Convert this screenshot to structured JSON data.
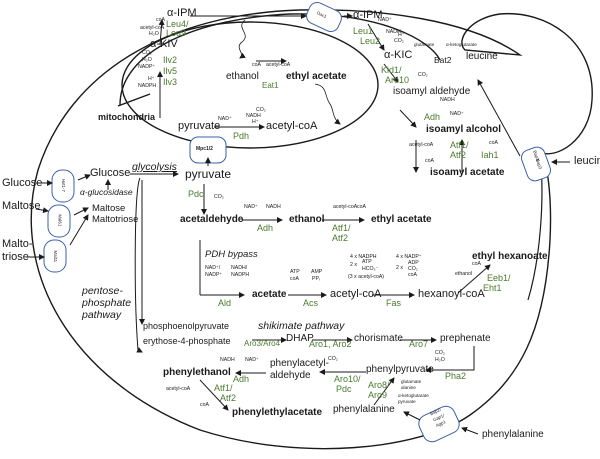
{
  "colors": {
    "enzyme": "#4a7a2e",
    "transporter_outline": "#3b5fa8",
    "line": "#1a1a1a"
  },
  "compartments": {
    "mitochondria": "mitochondria"
  },
  "pathways": {
    "glycolysis": "glycolysis",
    "pdh_bypass": "PDH bypass",
    "pentose_phosphate": [
      "pentose-",
      "phosphate",
      "pathway"
    ],
    "shikimate": "shikimate pathway",
    "alpha_glucosidase": "α-glucosidase"
  },
  "transporters": {
    "hxt": "Hxt1-7",
    "mal61": "Mal61",
    "mal11": "Mal11",
    "mpc": "Mpc1/2",
    "oac1": "Oac1",
    "bap": [
      "Bap2/",
      "Bap3"
    ],
    "aro_transport": [
      "Bap2/",
      "Gap1/",
      "Agp1"
    ]
  },
  "external": {
    "glucose": "Glucose",
    "maltose": "Maltose",
    "maltotriose": [
      "Malto-",
      "triose"
    ],
    "leucine": "leucine",
    "phenylalanine": "phenylalanine"
  },
  "metabolites": {
    "glucose": "Glucose",
    "maltose": "Maltose",
    "maltotriose": "Maltotriose",
    "pyruvate_cyto": "pyruvate",
    "pyruvate_mito": "pyruvate",
    "acetyl_coa_mito": "acetyl-coA",
    "alpha_kiv": "α-KIV",
    "alpha_ipm_mito": "α-IPM",
    "alpha_ipm_cyto": "α-IPM",
    "alpha_kic": "α-KIC",
    "leucine": "leucine",
    "isoamyl_aldehyde": "isoamyl aldehyde",
    "isoamyl_alcohol": "isoamyl alcohol",
    "isoamyl_acetate": "isoamyl acetate",
    "ethanol_mito": "ethanol",
    "ethyl_acetate_mito": "ethyl acetate",
    "acetaldehyde": "acetaldehyde",
    "ethanol": "ethanol",
    "ethyl_acetate": "ethyl acetate",
    "acetate": "acetate",
    "acetyl_coa": "acetyl-coA",
    "hexanoyl_coa": "hexanoyl-coA",
    "ethyl_hexanoate": "ethyl hexanoate",
    "pep": "phosphoenolpyruvate",
    "e4p": "erythose-4-phosphate",
    "dhap": "DHAP",
    "chorismate": "chorismate",
    "prephenate": "prephenate",
    "phenylpyruvate": "phenylpyruvate",
    "phenylacetylaldehyde": [
      "phenylacetyl-",
      "aldehyde"
    ],
    "phenylethanol": "phenylethanol",
    "phenylethylacetate": "phenylethylacetate",
    "phenylalanine": "phenylalanine"
  },
  "enzymes": {
    "leu4_leu9": [
      "Leu4/",
      "Leu9"
    ],
    "ilv": [
      "Ilv2",
      "Ilv5",
      "Ilv3"
    ],
    "pdh": "Pdh",
    "eat1": "Eat1",
    "leu1_leu2": [
      "Leu1",
      "Leu2"
    ],
    "bat2": "Bat2",
    "kid1_aro10": [
      "Kid1/",
      "Aro10"
    ],
    "adh_isoamyl": "Adh",
    "atf_isoamyl": [
      "Atf1/",
      "Atf2"
    ],
    "iah1": "Iah1",
    "pdc": "Pdc",
    "adh": "Adh",
    "atf_ethyl": [
      "Atf1/",
      "Atf2"
    ],
    "ald": "Ald",
    "acs": "Acs",
    "fas": "Fas",
    "eeb_eht": [
      "Eeb1/",
      "Eht1"
    ],
    "aro3_aro4": "Aro3/Aro4",
    "aro1_aro2": "Aro1, Aro2",
    "aro7": "Aro7",
    "pha2": "Pha2",
    "aro10_pdc": [
      "Aro10/",
      "Pdc"
    ],
    "aro8_aro9": [
      "Aro8/",
      "Aro9"
    ],
    "adh_phenyl": "Adh",
    "atf_phenyl": [
      "Atf1/",
      "Atf2"
    ]
  },
  "cofactors": {
    "leu4_in": [
      "coA",
      "acetyl-coA",
      "H₂O"
    ],
    "ilv": [
      "CO₂",
      "H₂O",
      "NADP⁺",
      "H⁺",
      "NADPH"
    ],
    "pdh": [
      "NAD⁺",
      "NADH",
      "H⁺",
      "CO₂"
    ],
    "eat1": [
      "coA",
      "acetyl-coA"
    ],
    "leu1": [
      "NAD⁺",
      "NADH",
      "H⁺",
      "CO₂"
    ],
    "bat2": [
      "glutamate",
      "α-ketoglutarate"
    ],
    "kid1": "CO₂",
    "adh_isoamyl": [
      "NADH",
      "NAD⁺"
    ],
    "atf_isoamyl": [
      "acetyl-coA",
      "coA"
    ],
    "iah1": "coA",
    "pdc": "CO₂",
    "adh": [
      "NAD⁺",
      "NADH"
    ],
    "atf_ethyl": [
      "acetyl-coA",
      "coA"
    ],
    "ald": [
      "NAD⁺/",
      "NADP⁺",
      "NADH/",
      "NADPH"
    ],
    "acs": [
      "ATP",
      "coA",
      "AMP",
      "PPᵢ"
    ],
    "fas_in": [
      "4 x NADPH",
      "2 x",
      "ATP",
      "HCO₃⁻",
      "(3 x acetyl-coA)"
    ],
    "fas_out": [
      "4 x NADP⁺",
      "2 x",
      "ADP",
      "CO₂",
      "coA"
    ],
    "eeb": [
      "ethanol",
      "coA"
    ],
    "aro10": "CO₂",
    "pha2": [
      "CO₂",
      "H₂O"
    ],
    "aro8": [
      "glutamate",
      "alanine",
      "α-ketoglutarate",
      "pyruvate"
    ],
    "adh_phenyl": [
      "NADH",
      "NAD⁺"
    ],
    "atf_phenyl": [
      "acetyl-coA",
      "coA"
    ]
  }
}
